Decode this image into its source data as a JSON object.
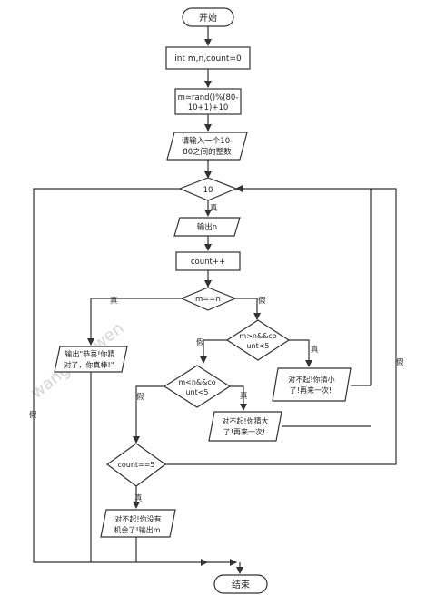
{
  "watermark": "wangxiaowen",
  "nodes": {
    "start": "开始",
    "init": "int m,n,count=0",
    "rand": [
      "m=rand()%(80-",
      "10+1)+10"
    ],
    "prompt": [
      "请输入一个10-",
      "80之间的整数"
    ],
    "loop": "10",
    "output_n": "输出n",
    "count_inc": "count++",
    "eq": "m==n",
    "congrats": [
      "输出\"恭喜!你猜",
      "对了，你真棒!\""
    ],
    "gt": [
      "m>n&&co",
      "unt<5"
    ],
    "lt": [
      "m<n&&co",
      "unt<5"
    ],
    "too_small": [
      "对不起!你猜小",
      "了!再来一次!"
    ],
    "too_big": [
      "对不起!你猜大",
      "了!再来一次!"
    ],
    "count5": "count==5",
    "no_chance": [
      "对不起!你没有",
      "机会了!输出m"
    ],
    "end": "结束"
  },
  "edge_labels": {
    "loop_true": "真",
    "loop_false": "假",
    "eq_true": "真",
    "eq_false": "假",
    "gt_true": "真",
    "gt_false": "假",
    "lt_true": "真",
    "lt_false": "假",
    "count_true": "真",
    "count_false": "假"
  }
}
